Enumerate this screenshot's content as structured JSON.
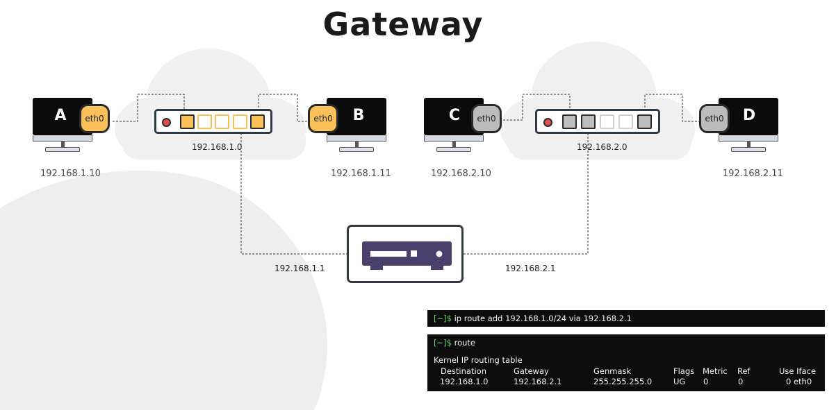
{
  "title": "Gateway",
  "hosts": [
    {
      "id": "A",
      "eth": "eth0",
      "ip": "192.168.1.10",
      "color": "orange"
    },
    {
      "id": "B",
      "eth": "eth0",
      "ip": "192.168.1.11",
      "color": "orange"
    },
    {
      "id": "C",
      "eth": "eth0",
      "ip": "192.168.2.10",
      "color": "grey"
    },
    {
      "id": "D",
      "eth": "eth0",
      "ip": "192.168.2.11",
      "color": "grey"
    }
  ],
  "switches": [
    {
      "network": "192.168.1.0"
    },
    {
      "network": "192.168.2.0"
    }
  ],
  "router": {
    "left_ip": "192.168.1.1",
    "right_ip": "192.168.2.1"
  },
  "terminal1": {
    "prompt": "[~]$",
    "command": "ip route add 192.168.1.0/24 via 192.168.2.1"
  },
  "terminal2": {
    "prompt": "[~]$",
    "command": "route",
    "heading": "Kernel IP routing table",
    "columns": {
      "destination": "Destination",
      "gateway": "Gateway",
      "genmask": "Genmask",
      "flags": "Flags",
      "metric": "Metric",
      "ref": "Ref",
      "use_iface": "Use Iface"
    },
    "row": {
      "destination": "192.168.1.0",
      "gateway": "192.168.2.1",
      "genmask": "255.255.255.0",
      "flags": "UG",
      "metric": "0",
      "ref": "0",
      "use_iface": "0 eth0"
    }
  },
  "colors": {
    "accent_orange": "#fbc05a",
    "accent_grey": "#bcbcbc",
    "prompt_green": "#5fd35f",
    "router": "#4b3f6b"
  }
}
